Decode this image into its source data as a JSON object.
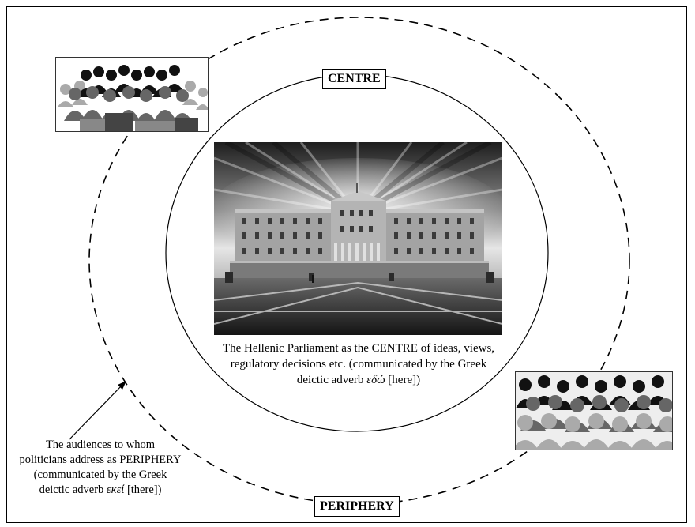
{
  "labels": {
    "centre": "CENTRE",
    "periphery": "PERIPHERY"
  },
  "caption_centre": {
    "line1_before": "The Hellenic Parliament as the",
    "line1_keyword": "CENTRE",
    "line1_after": "of ideas, views,",
    "line2": "regulatory decisions etc. (communicated by the Greek",
    "line3_before": "deictic adverb",
    "line3_greek": "εδώ",
    "line3_after": "[here])"
  },
  "caption_periphery": {
    "line1": "The audiences to whom",
    "line2_before": "politicians address as",
    "line2_keyword": "PERIPHERY",
    "line3": "(communicated by the Greek",
    "line4_before": "deictic adverb",
    "line4_greek": "εκεί",
    "line4_after": "[there])"
  },
  "colors": {
    "line": "#000000",
    "sky_dark": "#2a2a2a",
    "sky_light": "#d8d8d8",
    "building": "#9a9a9a",
    "crowd_dark": "#111111",
    "crowd_mid": "#666666",
    "crowd_light": "#aaaaaa"
  }
}
